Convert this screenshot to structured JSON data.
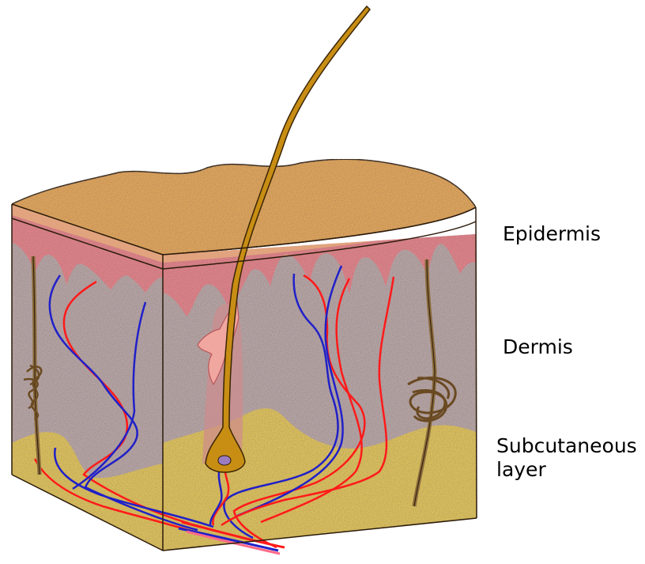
{
  "labels": {
    "epidermis": "Epidermis",
    "dermis": "Dermis",
    "subcutaneous_line1": "Subcutaneous",
    "subcutaneous_line2": "layer"
  },
  "colors": {
    "top_surface": "#e3a75a",
    "epidermis_front": "#e4838c",
    "epidermis_side": "#dc8a8f",
    "dermis": "#b9a7a9",
    "subcutaneous": "#e0c45c",
    "hair": "#c88e14",
    "artery": "#ff1a1a",
    "vein": "#2020c8",
    "nerve": "#7a5a30",
    "sebaceous_gland": "#f0a79f"
  }
}
